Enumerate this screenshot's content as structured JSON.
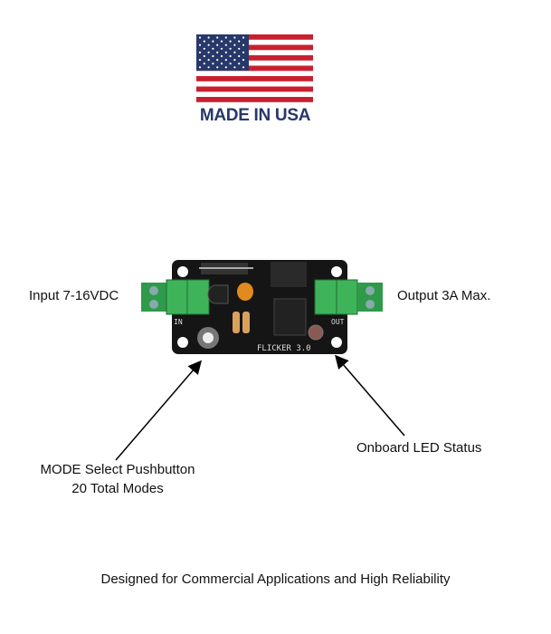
{
  "badge": {
    "text": "MADE IN USA",
    "colors": {
      "red": "#c8202f",
      "blue": "#27386a"
    }
  },
  "board": {
    "silkscreen_name": "FLICKER 3.0",
    "in_label": "IN",
    "out_label": "OUT"
  },
  "labels": {
    "input": "Input 7-16VDC",
    "output": "Output 3A Max.",
    "mode_line1": "MODE Select Pushbutton",
    "mode_line2": "20 Total Modes",
    "led": "Onboard LED Status"
  },
  "footer": "Designed for Commercial Applications and High Reliability"
}
